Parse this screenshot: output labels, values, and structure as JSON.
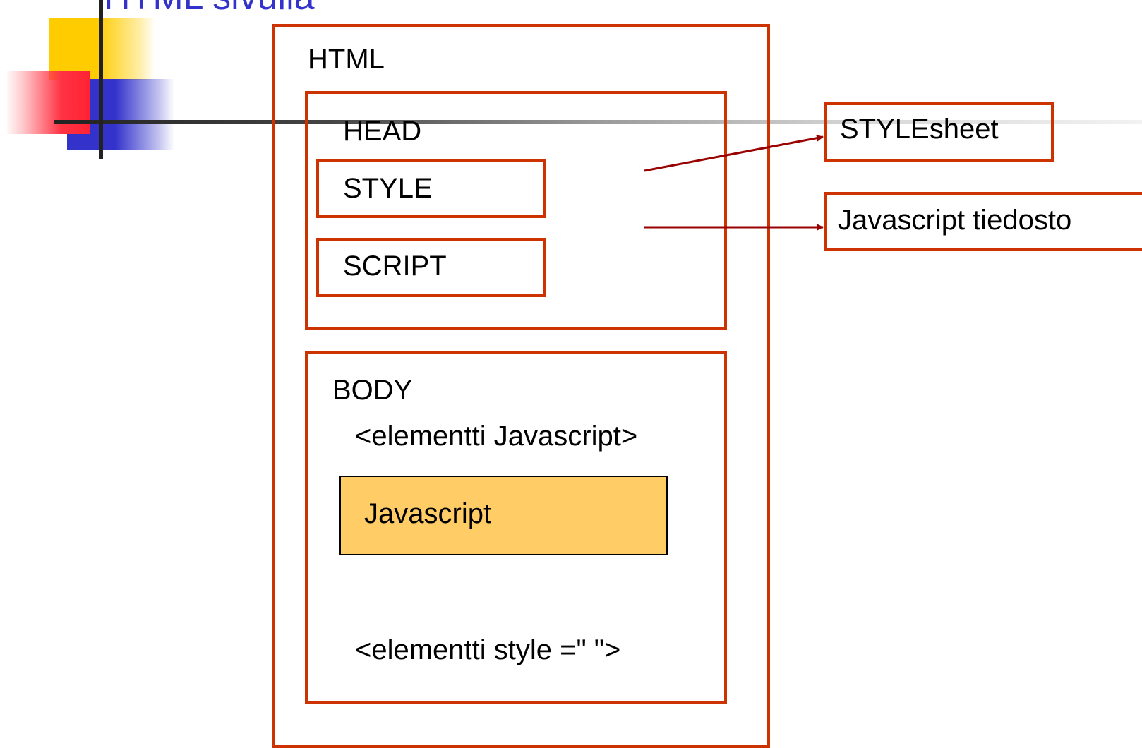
{
  "slide": {
    "title": "HTML sivulla"
  },
  "diagram": {
    "html_label": "HTML",
    "head_label": "HEAD",
    "style_label": "STYLE",
    "script_label": "SCRIPT",
    "body_label": "BODY",
    "body_js_element": "<elementti Javascript>",
    "javascript_block": "Javascript",
    "body_style_element": "<elementti style =\" \">",
    "stylesheet_label": "STYLEsheet",
    "js_file_label": "Javascript tiedosto"
  },
  "colors": {
    "title": "#3333cc",
    "box_border": "#cc3300",
    "arrow": "#990000",
    "javascript_fill": "#ffcc66",
    "deco_yellow": "#ffcc00",
    "deco_red": "#ff2233",
    "deco_blue": "#3333cc"
  }
}
